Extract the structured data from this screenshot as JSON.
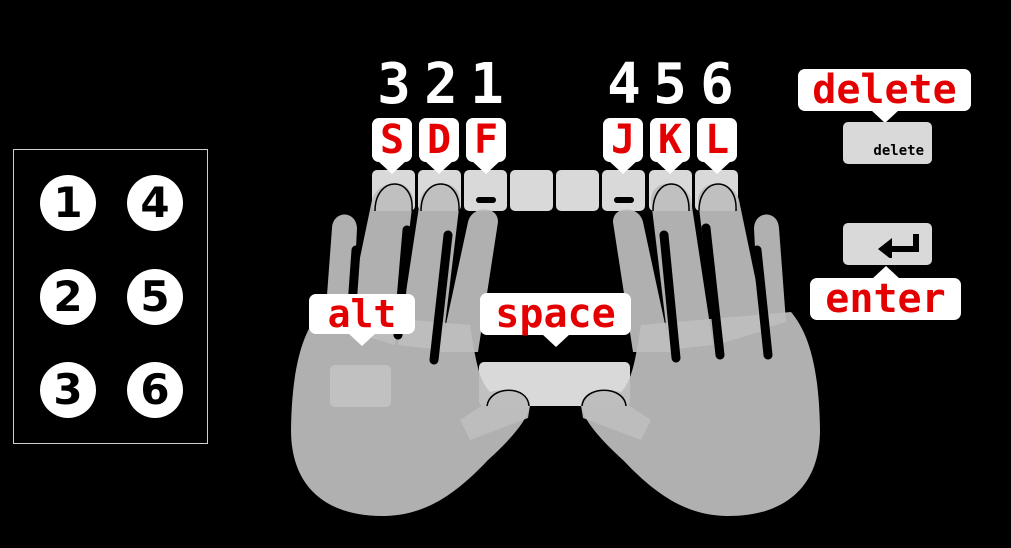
{
  "braille_cell": {
    "dots": [
      {
        "number": "1"
      },
      {
        "number": "4"
      },
      {
        "number": "2"
      },
      {
        "number": "5"
      },
      {
        "number": "3"
      },
      {
        "number": "6"
      }
    ]
  },
  "left_hand": {
    "numbers": [
      "3",
      "2",
      "1"
    ],
    "keys": [
      "S",
      "D",
      "F"
    ]
  },
  "right_hand": {
    "numbers": [
      "4",
      "5",
      "6"
    ],
    "keys": [
      "J",
      "K",
      "L"
    ]
  },
  "callouts": {
    "alt": "alt",
    "space": "space",
    "delete": "delete",
    "enter": "enter"
  },
  "keys": {
    "delete_key_label": "delete",
    "enter_key_icon": "return-arrow-icon"
  },
  "colors": {
    "background": "#000000",
    "callout_text": "#e40000",
    "key": "#d9d9d9",
    "hand": "#bdbdbd"
  }
}
